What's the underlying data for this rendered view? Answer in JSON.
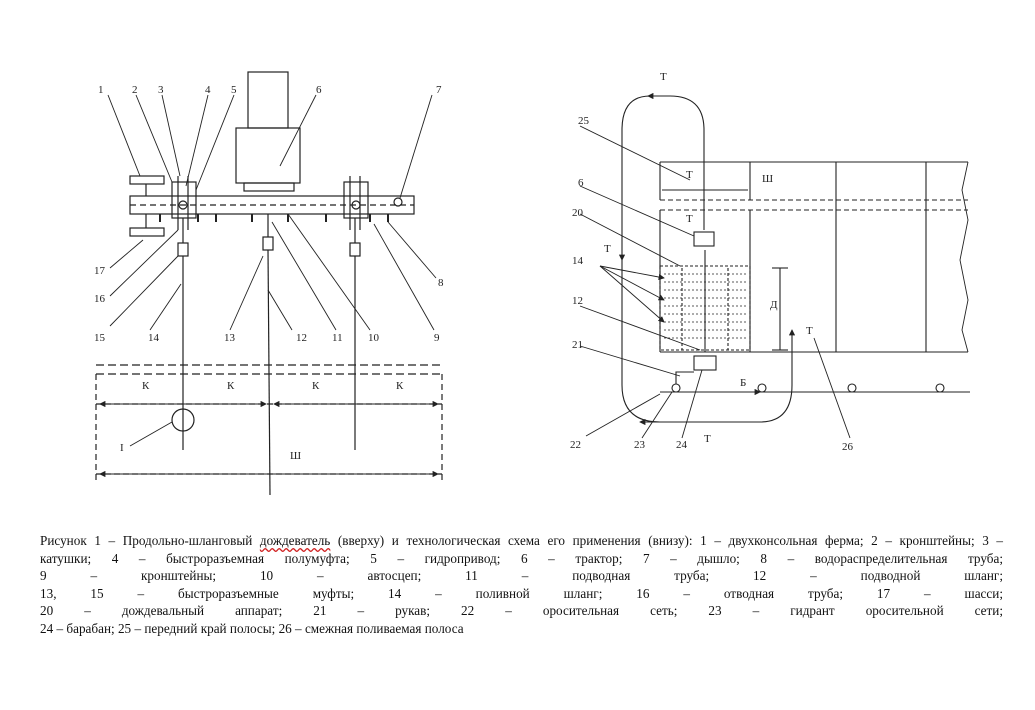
{
  "left_labels": {
    "top": [
      "1",
      "2",
      "3",
      "4",
      "5",
      "6",
      "7"
    ],
    "left_side": [
      "17",
      "16",
      "15"
    ],
    "bottom": [
      "14",
      "13",
      "12",
      "11",
      "10",
      "9"
    ],
    "right_side": [
      "8"
    ],
    "spacing": "К",
    "width": "Ш",
    "marker": "I"
  },
  "right_labels": {
    "t": "Т",
    "width": "Ш",
    "length": "Д",
    "b": "Б",
    "numbers": [
      "25",
      "6",
      "20",
      "14",
      "12",
      "21",
      "22",
      "23",
      "24",
      "26"
    ]
  },
  "caption": {
    "line1_before": "Рисунок 1 – Продольно-шланговый ",
    "line1_underlined": "дождеватель",
    "line1_after": " (вверху) и технологическая схема его применения (внизу): 1 – двухконсольная ферма; 2 – кронштейны; 3 –",
    "line2": "катушки; 4 – быстроразъемная полумуфта; 5 – гидропривод; 6 – трактор; 7 – дышло; 8 – водораспределительная труба;",
    "line3": "9 – кронштейны; 10 – автосцеп; 11 – подводная труба; 12 – подводной шланг;",
    "line4": "13, 15 – быстроразъемные муфты; 14 – поливной шланг; 16 – отводная труба; 17 – шасси;",
    "line5": "20 – дождевальный аппарат; 21 – рукав; 22 – оросительная сеть; 23 – гидрант оросительной сети;",
    "line6": " 24 – барабан; 25 – передний край полосы; 26 – смежная поливаемая полоса"
  }
}
